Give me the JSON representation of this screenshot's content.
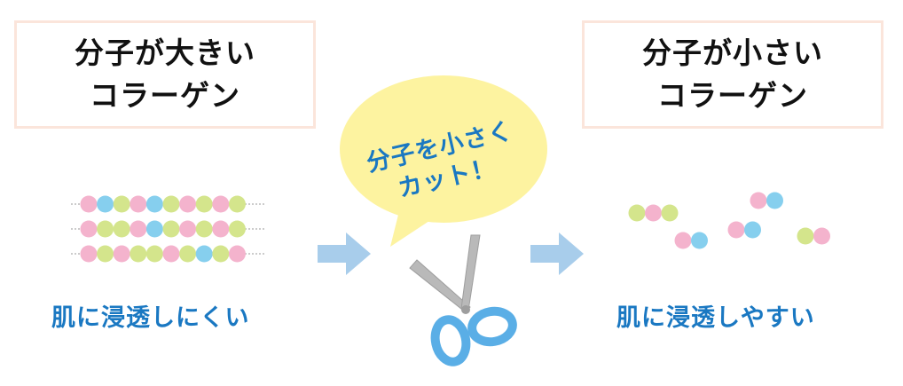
{
  "left_panel": {
    "title_line1": "分子が大きい",
    "title_line2": "コラーゲン",
    "caption": "肌に浸透しにくい"
  },
  "right_panel": {
    "title_line1": "分子が小さい",
    "title_line2": "コラーゲン",
    "caption": "肌に浸透しやすい"
  },
  "bubble": {
    "line1": "分子を小さく",
    "line2": "カット！"
  },
  "colors": {
    "pink": "#f4b3cd",
    "blue": "#86cfee",
    "green": "#d4e58c",
    "arrow": "#a8cdeb",
    "accent_text": "#1a78c2",
    "bubble_fill": "#fdf3a0",
    "scissor_handle": "#5aaee6",
    "scissor_blade": "#b9b9b9",
    "box_border": "#fbe5db"
  },
  "left_chains": [
    [
      "pink",
      "blue",
      "green",
      "pink",
      "blue",
      "green",
      "pink",
      "green",
      "pink",
      "green"
    ],
    [
      "pink",
      "green",
      "green",
      "pink",
      "blue",
      "green",
      "pink",
      "green",
      "pink",
      "green"
    ],
    [
      "pink",
      "green",
      "pink",
      "green",
      "green",
      "pink",
      "green",
      "blue",
      "green",
      "pink"
    ]
  ],
  "right_fragments": [
    [
      "green",
      "pink",
      "green"
    ],
    [
      "pink",
      "blue"
    ],
    [
      "pink",
      "blue"
    ],
    [
      "pink",
      "blue"
    ],
    [
      "green",
      "pink"
    ]
  ]
}
